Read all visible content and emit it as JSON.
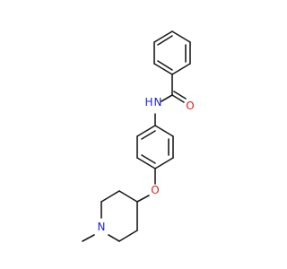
{
  "molecule": {
    "atoms": {
      "amide_nitrogen": {
        "symbol": "N",
        "hydrogen": "H",
        "color": "#1c1ce0"
      },
      "carbonyl_oxygen": {
        "symbol": "O",
        "color": "#e0201c"
      },
      "ether_oxygen": {
        "symbol": "O",
        "color": "#e0201c"
      },
      "piperidine_nitrogen": {
        "symbol": "N",
        "color": "#1c1ce0"
      }
    }
  }
}
